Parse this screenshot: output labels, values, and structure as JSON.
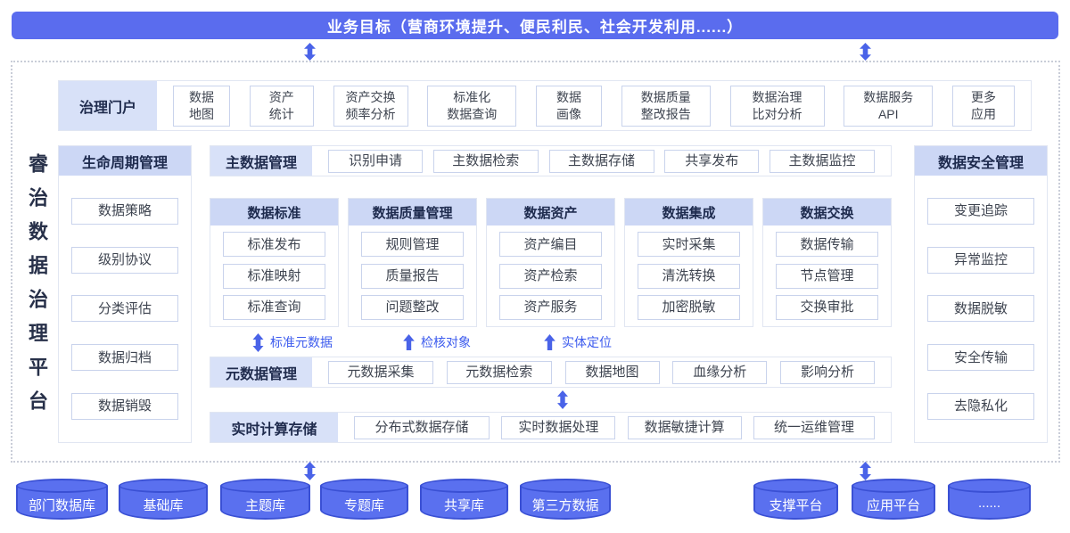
{
  "banner": {
    "title": "业务目标（营商环境提升、便民利民、社会开发利用......）"
  },
  "platform_title": "睿治数据治理平台",
  "portal": {
    "label": "治理门户",
    "items": [
      "数据\n地图",
      "资产\n统计",
      "资产交换\n频率分析",
      "标准化\n数据查询",
      "数据\n画像",
      "数据质量\n整改报告",
      "数据治理\n比对分析",
      "数据服务\nAPI",
      "更多\n应用"
    ]
  },
  "lifecycle": {
    "header": "生命周期管理",
    "items": [
      "数据策略",
      "级别协议",
      "分类评估",
      "数据归档",
      "数据销毁"
    ]
  },
  "master": {
    "label": "主数据管理",
    "items": [
      "识别申请",
      "主数据检索",
      "主数据存储",
      "共享发布",
      "主数据监控"
    ]
  },
  "columns": [
    {
      "header": "数据标准",
      "items": [
        "标准发布",
        "标准映射",
        "标准查询"
      ]
    },
    {
      "header": "数据质量管理",
      "items": [
        "规则管理",
        "质量报告",
        "问题整改"
      ]
    },
    {
      "header": "数据资产",
      "items": [
        "资产编目",
        "资产检索",
        "资产服务"
      ]
    },
    {
      "header": "数据集成",
      "items": [
        "实时采集",
        "清洗转换",
        "加密脱敏"
      ]
    },
    {
      "header": "数据交换",
      "items": [
        "数据传输",
        "节点管理",
        "交换审批"
      ]
    }
  ],
  "flow_labels": [
    "标准元数据",
    "检核对象",
    "实体定位"
  ],
  "metadata": {
    "label": "元数据管理",
    "items": [
      "元数据采集",
      "元数据检索",
      "数据地图",
      "血缘分析",
      "影响分析"
    ]
  },
  "realtime": {
    "label": "实时计算存储",
    "items": [
      "分布式数据存储",
      "实时数据处理",
      "数据敏捷计算",
      "统一运维管理"
    ]
  },
  "security": {
    "header": "数据安全管理",
    "items": [
      "变更追踪",
      "异常监控",
      "数据脱敏",
      "安全传输",
      "去隐私化"
    ]
  },
  "cylinders": [
    "部门数据库",
    "基础库",
    "主题库",
    "专题库",
    "共享库",
    "第三方数据",
    "支撑平台",
    "应用平台",
    "......"
  ],
  "colors": {
    "banner_bg": "#5a6cee",
    "label_bg": "#d8e1f8",
    "header_bg": "#ccd7f5",
    "box_border": "#c9d3ec",
    "arrow_blue": "#4a63e8",
    "flow_label_text": "#3c5bee",
    "cylinder_fill": "#5a70ef",
    "cylinder_stroke": "#3a50d4",
    "title_text": "#273049"
  }
}
